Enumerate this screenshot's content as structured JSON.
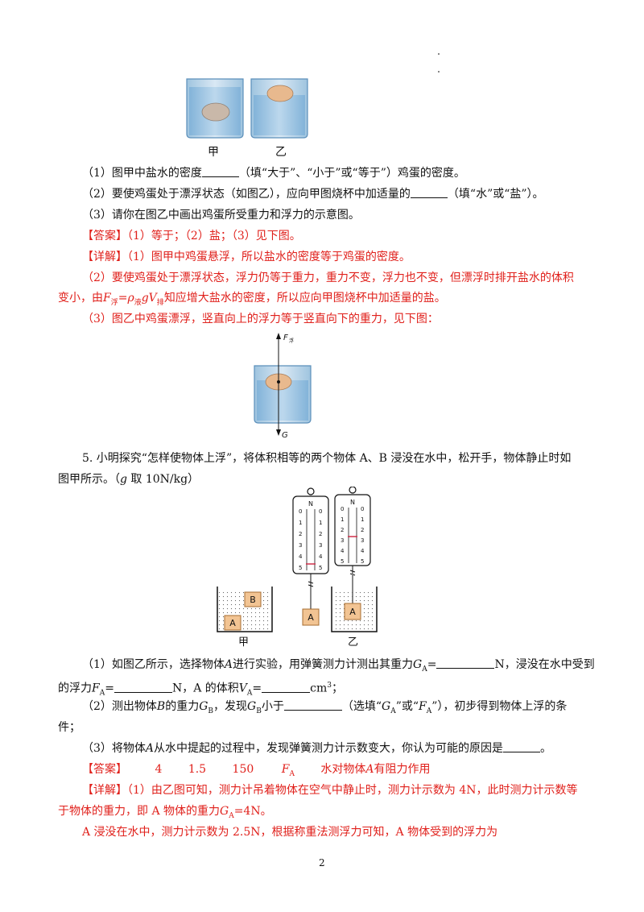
{
  "page_number": "2",
  "fig1": {
    "label_left": "甲",
    "label_right": "乙"
  },
  "q4": {
    "p1_a": "（1）图甲中盐水的密度",
    "p1_b": "（填“大于”、“小于”或“等于”）鸡蛋的密度。",
    "p2_a": "（2）要使鸡蛋处于漂浮状态（如图乙），应向甲图烧杯中加适量的",
    "p2_b": "（填“水”或“盐”）。",
    "p3": "（3）请你在图乙中画出鸡蛋所受重力和浮力的示意图。",
    "answer_tag": "【答案】",
    "answer": "（1）等于；（2）盐；（3）见下图。",
    "detail_tag": "【详解】",
    "detail1": "（1）图甲中鸡蛋悬浮，所以盐水的密度等于鸡蛋的密度。",
    "detail2_a": "（2）要使鸡蛋处于漂浮状态，浮力仍等于重力，重力不变，浮力也不变，但漂浮时排开盐水的体积",
    "detail2_b1": "变小，由",
    "detail2_b2": "F",
    "detail2_b3": "浮",
    "detail2_b4": "=",
    "detail2_b5": "ρ",
    "detail2_b6": "液",
    "detail2_b7": "gV",
    "detail2_b8": "排",
    "detail2_b9": "知应增大盐水的密度，所以应向甲图烧杯中加适量的盐。",
    "detail3": "（3）图乙中鸡蛋漂浮，竖直向上的浮力等于竖直向下的重力，见下图："
  },
  "fig2": {
    "f_label": "F",
    "f_sub": "浮",
    "g_label": "G"
  },
  "q5": {
    "intro_a": "5. 小明探究“怎样使物体上浮”，将体积相等的两个物体 A、B 浸没在水中，松开手，物体静止时如",
    "intro_b1": "图甲所示。（",
    "intro_b2": "g",
    "intro_b3": " 取 10N/kg）",
    "p1_a1": "（1）如图乙所示，选择物体",
    "p1_a2": "A",
    "p1_a3": "进行实验，用弹簧测力计测出其重力",
    "p1_a4": "G",
    "p1_a5": "A",
    "p1_a6": "=",
    "p1_a7": "N，浸没在水中受到",
    "p1_b1": "的浮力",
    "p1_b2": "F",
    "p1_b3": "A",
    "p1_b4": "=",
    "p1_b5": "N，A 的体积",
    "p1_b6": "V",
    "p1_b7": "A",
    "p1_b8": "=",
    "p1_b9": "cm",
    "p1_b10": "3",
    "p1_b11": "；",
    "p2_a1": "（2）测出物体",
    "p2_a2": "B",
    "p2_a3": "的重力",
    "p2_a4": "G",
    "p2_a5": "B",
    "p2_a6": "，发现",
    "p2_a7": "G",
    "p2_a8": "B",
    "p2_a9": "小于",
    "p2_a10": "（选填“",
    "p2_a11": "G",
    "p2_a12": "A",
    "p2_a13": "”或“",
    "p2_a14": "F",
    "p2_a15": "A",
    "p2_a16": "”），初步得到物体上浮的条",
    "p2_b": "件；",
    "p3_a": "（3）将物体",
    "p3_b": "A",
    "p3_c": "从水中提起的过程中，发现弹簧测力计示数变大，你认为可能的原因是",
    "p3_d": "。",
    "answer_tag": "【答案】",
    "ans1": "4",
    "ans2": "1.5",
    "ans3": "150",
    "ans4_a": "F",
    "ans4_b": "A",
    "ans5_a": "水对物体",
    "ans5_b": "A",
    "ans5_c": "有阻力作用",
    "detail_tag": "【详解】",
    "detail1_a": "（1）由乙图可知，测力计吊着物体在空气中静止时，测力计示数为 4N，此时测力计示数等",
    "detail1_b1": "于物体的重力，即 A 物体的重力",
    "detail1_b2": "G",
    "detail1_b3": "A",
    "detail1_b4": "=4N。",
    "detail2": "A 浸没在水中，测力计示数为 2.5N，根据称重法测浮力可知，A 物体受到的浮力为"
  },
  "fig3": {
    "label_left": "甲",
    "label_right": "乙",
    "block_a": "A",
    "block_b": "B",
    "gauge_unit": "N",
    "ticks": [
      "0",
      "1",
      "2",
      "3",
      "4",
      "5"
    ]
  }
}
